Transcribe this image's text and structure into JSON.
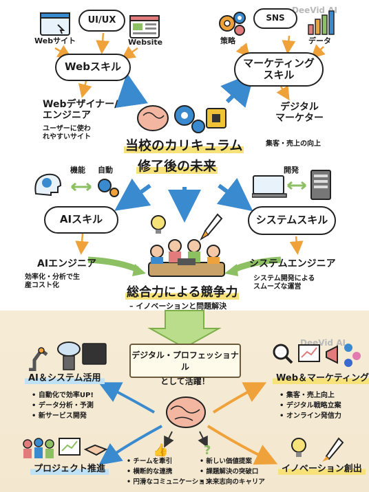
{
  "watermark": "DeeVid AI",
  "top": {
    "icons": {
      "web_site_jp": "Webサイト",
      "uiux": "UI/UX",
      "website_en": "Website",
      "sns": "SNS",
      "strategy": "策略",
      "data": "データ",
      "function": "機能",
      "auto": "自動",
      "dev": "開発"
    },
    "clouds": {
      "web_skill": "Webスキル",
      "marketing_skill": "マーケティング\nスキル",
      "ai_skill": "AIスキル",
      "system_skill": "システムスキル"
    },
    "roles": {
      "web_designer": "Webデザイナー/\nエンジニア",
      "web_designer_desc": "ユーザーに使わ\nれやすいサイト",
      "digital_marketer": "デジタル\nマーケター",
      "digital_marketer_desc": "集客・売上の向上",
      "ai_engineer": "AIエンジニア",
      "ai_engineer_desc": "効率化・分析で生\n産コスト化",
      "system_engineer": "システムエンジニア",
      "system_engineer_desc": "システム開発による\nスムーズな運営"
    },
    "center_title_1": "当校のカリキュラム",
    "center_title_2": "修了後の未来",
    "competitiveness": "総合力による競争力",
    "competitiveness_sub": "– イノベーションと問題解決"
  },
  "bottom": {
    "banner_line1": "デジタル・プロフェッショナル",
    "banner_line2": "として活躍！",
    "ai_system": {
      "title": "AI＆システム活用",
      "items": [
        "自動化で効率UP!",
        "データ分析・予測",
        "新サービス開発"
      ]
    },
    "web_marketing": {
      "title": "Web＆マーケティング",
      "items": [
        "集客・売上向上",
        "デジタル戦略立案",
        "オンライン発信力"
      ]
    },
    "project": {
      "title": "プロジェクト推進"
    },
    "innovation": {
      "title": "イノベーション創出"
    },
    "team_items": [
      "チームを牽引",
      "横断的な連携",
      "円滑なコミュニケーション"
    ],
    "value_items": [
      "新しい価値提案",
      "課題解決の突破口",
      "未来志向のキャリア"
    ]
  },
  "colors": {
    "arrow_blue": "#3a8ad0",
    "arrow_orange": "#f0a23a",
    "arrow_green": "#8cc063",
    "highlight": "#f7e27a",
    "bottom_bg": "#f4e9d2"
  }
}
